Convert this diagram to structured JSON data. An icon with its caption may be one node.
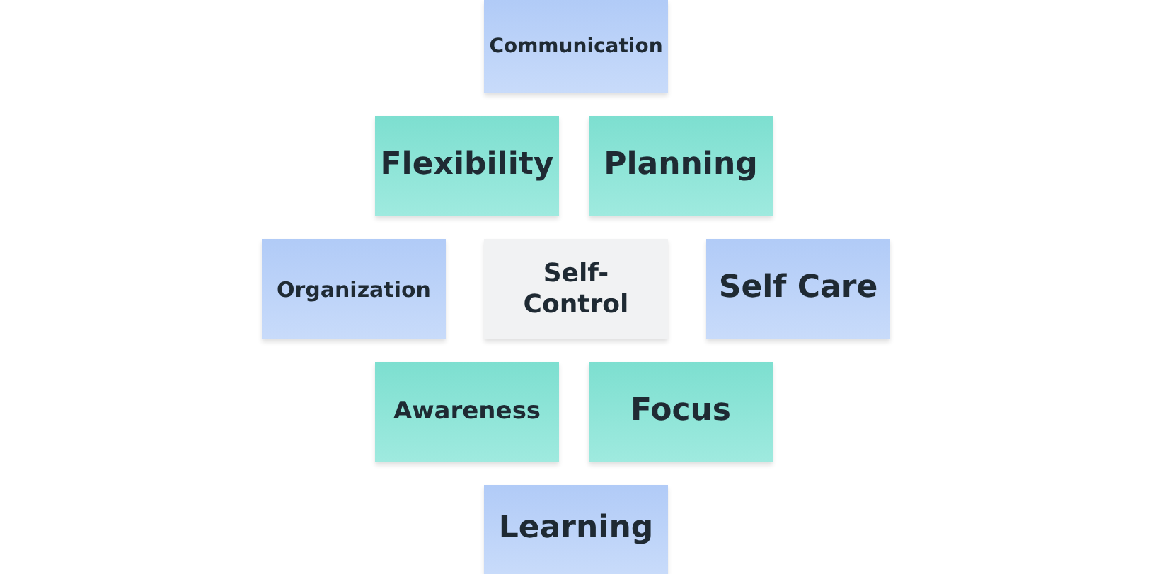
{
  "diagram": {
    "nodes": [
      {
        "text": [
          "Communication"
        ]
      },
      {
        "text": [
          "Flexibility"
        ]
      },
      {
        "text": [
          "Planning"
        ]
      },
      {
        "text": [
          "Organization"
        ]
      },
      {
        "text": [
          "Self-Control"
        ]
      },
      {
        "text": [
          "Self Care"
        ]
      },
      {
        "text": [
          "Awareness"
        ]
      },
      {
        "text": [
          "Focus"
        ]
      },
      {
        "text": [
          "Learning"
        ]
      }
    ]
  }
}
